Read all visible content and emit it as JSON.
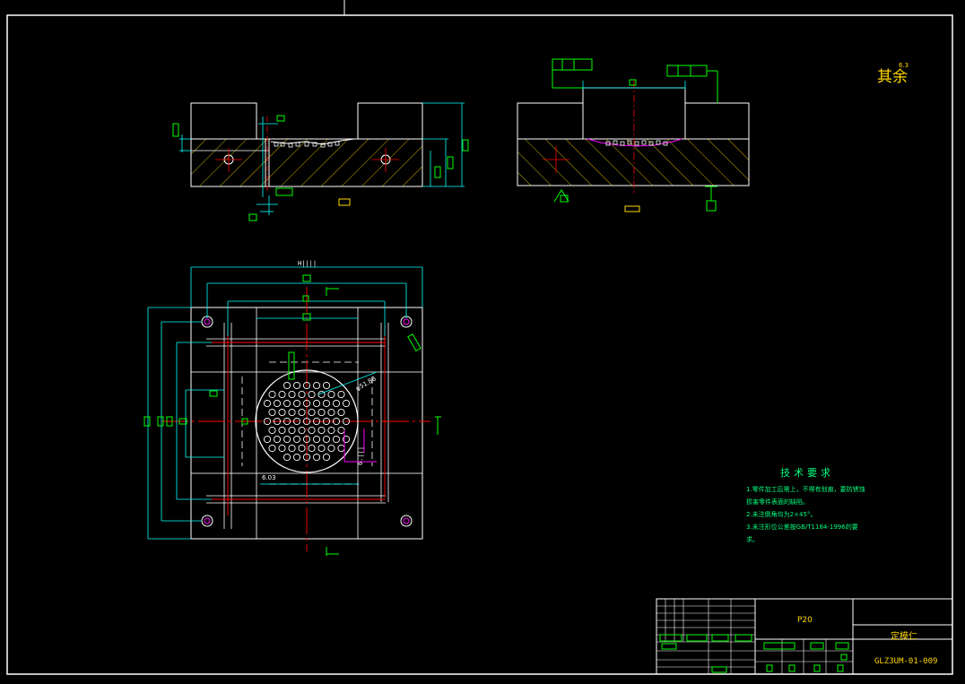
{
  "drawing": {
    "title": "",
    "roughness_symbol": "其余",
    "roughness_value": "6.3",
    "dimension_label_1": "6.03",
    "dimension_label_2": "φ51.88"
  },
  "technical_notes": {
    "title": "技术要求",
    "items": [
      "1.零件加工后需上，不得有划痕，要防锈蚀",
      "  损害零件表面的缺陷。",
      "2.未注倒角均为2×45°。",
      "3.未注形位公差按GB/T1184-1996的要",
      "  求。"
    ]
  },
  "title_block": {
    "material": "P20",
    "part_name": "定模仁",
    "drawing_number": "GLZ3UM-01-009"
  },
  "colors": {
    "background": "#000000",
    "outline": "#ffffff",
    "dimension": "#00ffff",
    "center_line": "#ff0000",
    "hatch": "#ffd700",
    "annotation": "#00ff00",
    "highlight": "#ff00ff"
  }
}
